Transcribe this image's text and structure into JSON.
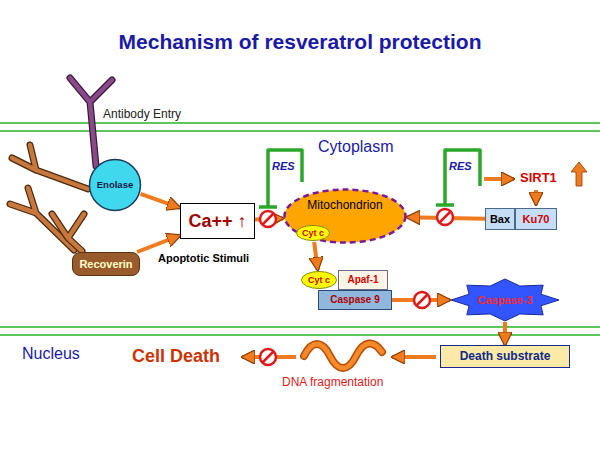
{
  "diagram": {
    "title": "Mechanism of resveratrol protection",
    "nodes": [
      {
        "text": [
          "Enolase"
        ]
      },
      {
        "text": [
          "Recoverin"
        ]
      },
      {
        "text": [
          "Ca++ ↑"
        ]
      },
      {
        "text": [
          "Mitochondrion"
        ]
      },
      {
        "text": [
          "Cyt c"
        ],
        "in": 3
      },
      {
        "text": [
          "Bax"
        ]
      },
      {
        "text": [
          "Ku70"
        ]
      },
      {
        "text": [
          "Cyt c"
        ]
      },
      {
        "text": [
          "Apaf-1"
        ]
      },
      {
        "text": [
          "Caspase 9"
        ]
      },
      {
        "text": [
          "Caspase-3"
        ]
      },
      {
        "text": [
          "Death substrate"
        ]
      }
    ],
    "edges": [
      {
        "from": 0,
        "to": 2,
        "arrow": "to"
      },
      {
        "from": 1,
        "to": 2,
        "arrow": "to"
      },
      {
        "from": 2,
        "to": 3,
        "arrow": "to"
      },
      {
        "from": 5,
        "to": 3,
        "arrow": "to"
      },
      {
        "from": 4,
        "to": 7,
        "arrow": "to"
      },
      {
        "from": 9,
        "to": 10,
        "arrow": "to"
      },
      {
        "from": 10,
        "to": 11,
        "arrow": "to"
      }
    ],
    "labels": [
      "Antibody Entry",
      "Cytoplasm",
      "RES",
      "Apoptotic Stimuli",
      "RES",
      "SIRT1",
      "Nucleus",
      "Cell Death",
      "DNA fragmentation"
    ]
  }
}
